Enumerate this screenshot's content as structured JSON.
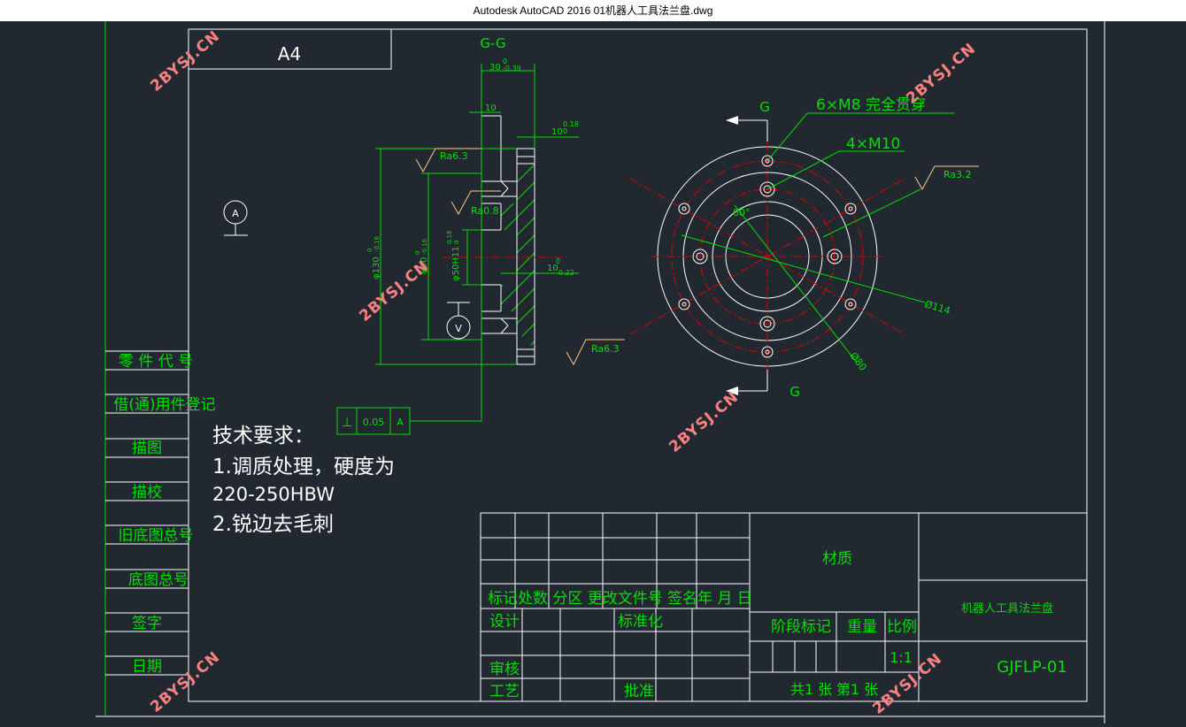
{
  "window": {
    "title": "Autodesk AutoCAD 2016    01机器人工具法兰盘.dwg"
  },
  "drawing": {
    "paper_size": "A4",
    "section_label": "G-G",
    "watermark": "2BYSJ.CN",
    "datum": "A",
    "dim_30": "30",
    "dim_30_tol_up": "0",
    "dim_30_tol_low": "-0.39",
    "dim_10": "10",
    "dim_10_right": "10",
    "dim_10_right_tol_up": "0.18",
    "dim_10_right_tol_low": "0",
    "dim_10_mid": "10",
    "dim_10_mid_tol_up": "0",
    "dim_10_mid_tol_low": "-0.22",
    "dim_phi130": "φ130",
    "dim_phi130_tol": "0",
    "dim_phi130_tol_low": "-0.16",
    "dim_phi90": "φ90",
    "dim_phi90_tol": "0",
    "dim_phi90_tol_low": "-0.16",
    "dim_phi50": "φ50H11",
    "dim_phi50_tol_up": "0.16",
    "dim_phi50_tol_low": "0",
    "ra_63_a": "Ra6.3",
    "ra_08": "Ra0.8",
    "ra_63_b": "Ra6.3",
    "ra_32": "Ra3.2",
    "section_mark_top": "G",
    "section_mark_bottom": "G",
    "holes_6": "6×M8 完全贯穿",
    "holes_4": "4×M10",
    "angle": "60°",
    "dim_phi114": "Ø114",
    "dim_phi80": "Ø80",
    "gdt_symbol": "⊥",
    "gdt_value": "0.05",
    "gdt_datum": "A",
    "side_labels": [
      "零 件 代 号",
      "借(通)用件登记",
      "描图",
      "描校",
      "旧底图总号",
      "底图总号",
      "签字",
      "日期"
    ],
    "tech_title": "技术要求：",
    "tech_line1": "1.调质处理，硬度为",
    "tech_line2": "220-250HBW",
    "tech_line3": "2.锐边去毛刺"
  },
  "titleblock": {
    "material_label": "材质",
    "header_row": "标记处数 分区 更改文件号",
    "header_sign": "签名年  月  日",
    "design": "设计",
    "standardize": "标准化",
    "review": "审核",
    "process": "工艺",
    "approve": "批准",
    "stage_mark": "阶段标记",
    "weight": "重量",
    "scale_label": "比例",
    "scale_value": "1:1",
    "sheet_total": "共1  张",
    "sheet_no": "第1  张",
    "part_name": "机器人工具法兰盘",
    "part_code": "GJFLP-01"
  },
  "colors": {
    "background": "#212830",
    "line": "#ffffff",
    "dimension": "#00e000",
    "center": "#e00000",
    "roughness": "#ffcc88"
  }
}
